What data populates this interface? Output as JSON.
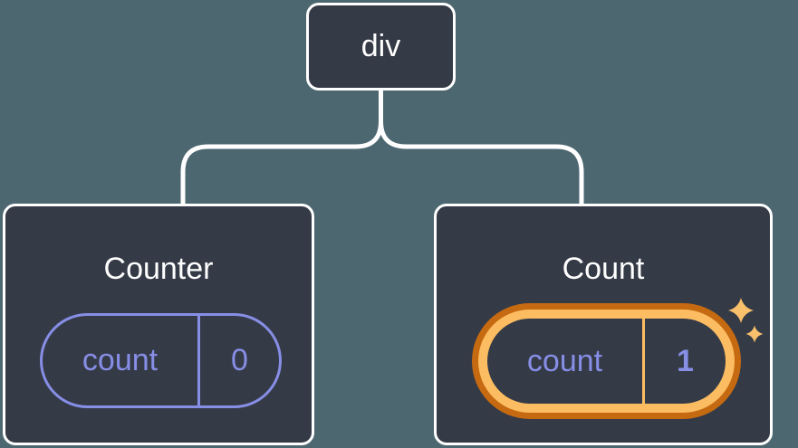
{
  "diagram": {
    "root": {
      "label": "div"
    },
    "children": [
      {
        "title": "Counter",
        "highlighted": false,
        "state_pill": {
          "key": "count",
          "value": "0"
        }
      },
      {
        "title": "Count",
        "highlighted": true,
        "state_pill": {
          "key": "count",
          "value": "1"
        }
      }
    ]
  },
  "colors": {
    "background": "#4d6771",
    "card_background": "#343a46",
    "card_border": "#ffffff",
    "connector_line": "#ffffff",
    "state_accent": "#878ee6",
    "highlight_ring_outer": "#c56a11",
    "highlight_ring_inner": "#fbbc62",
    "sparkle": "#f9c06c",
    "title_text": "#ffffff"
  }
}
